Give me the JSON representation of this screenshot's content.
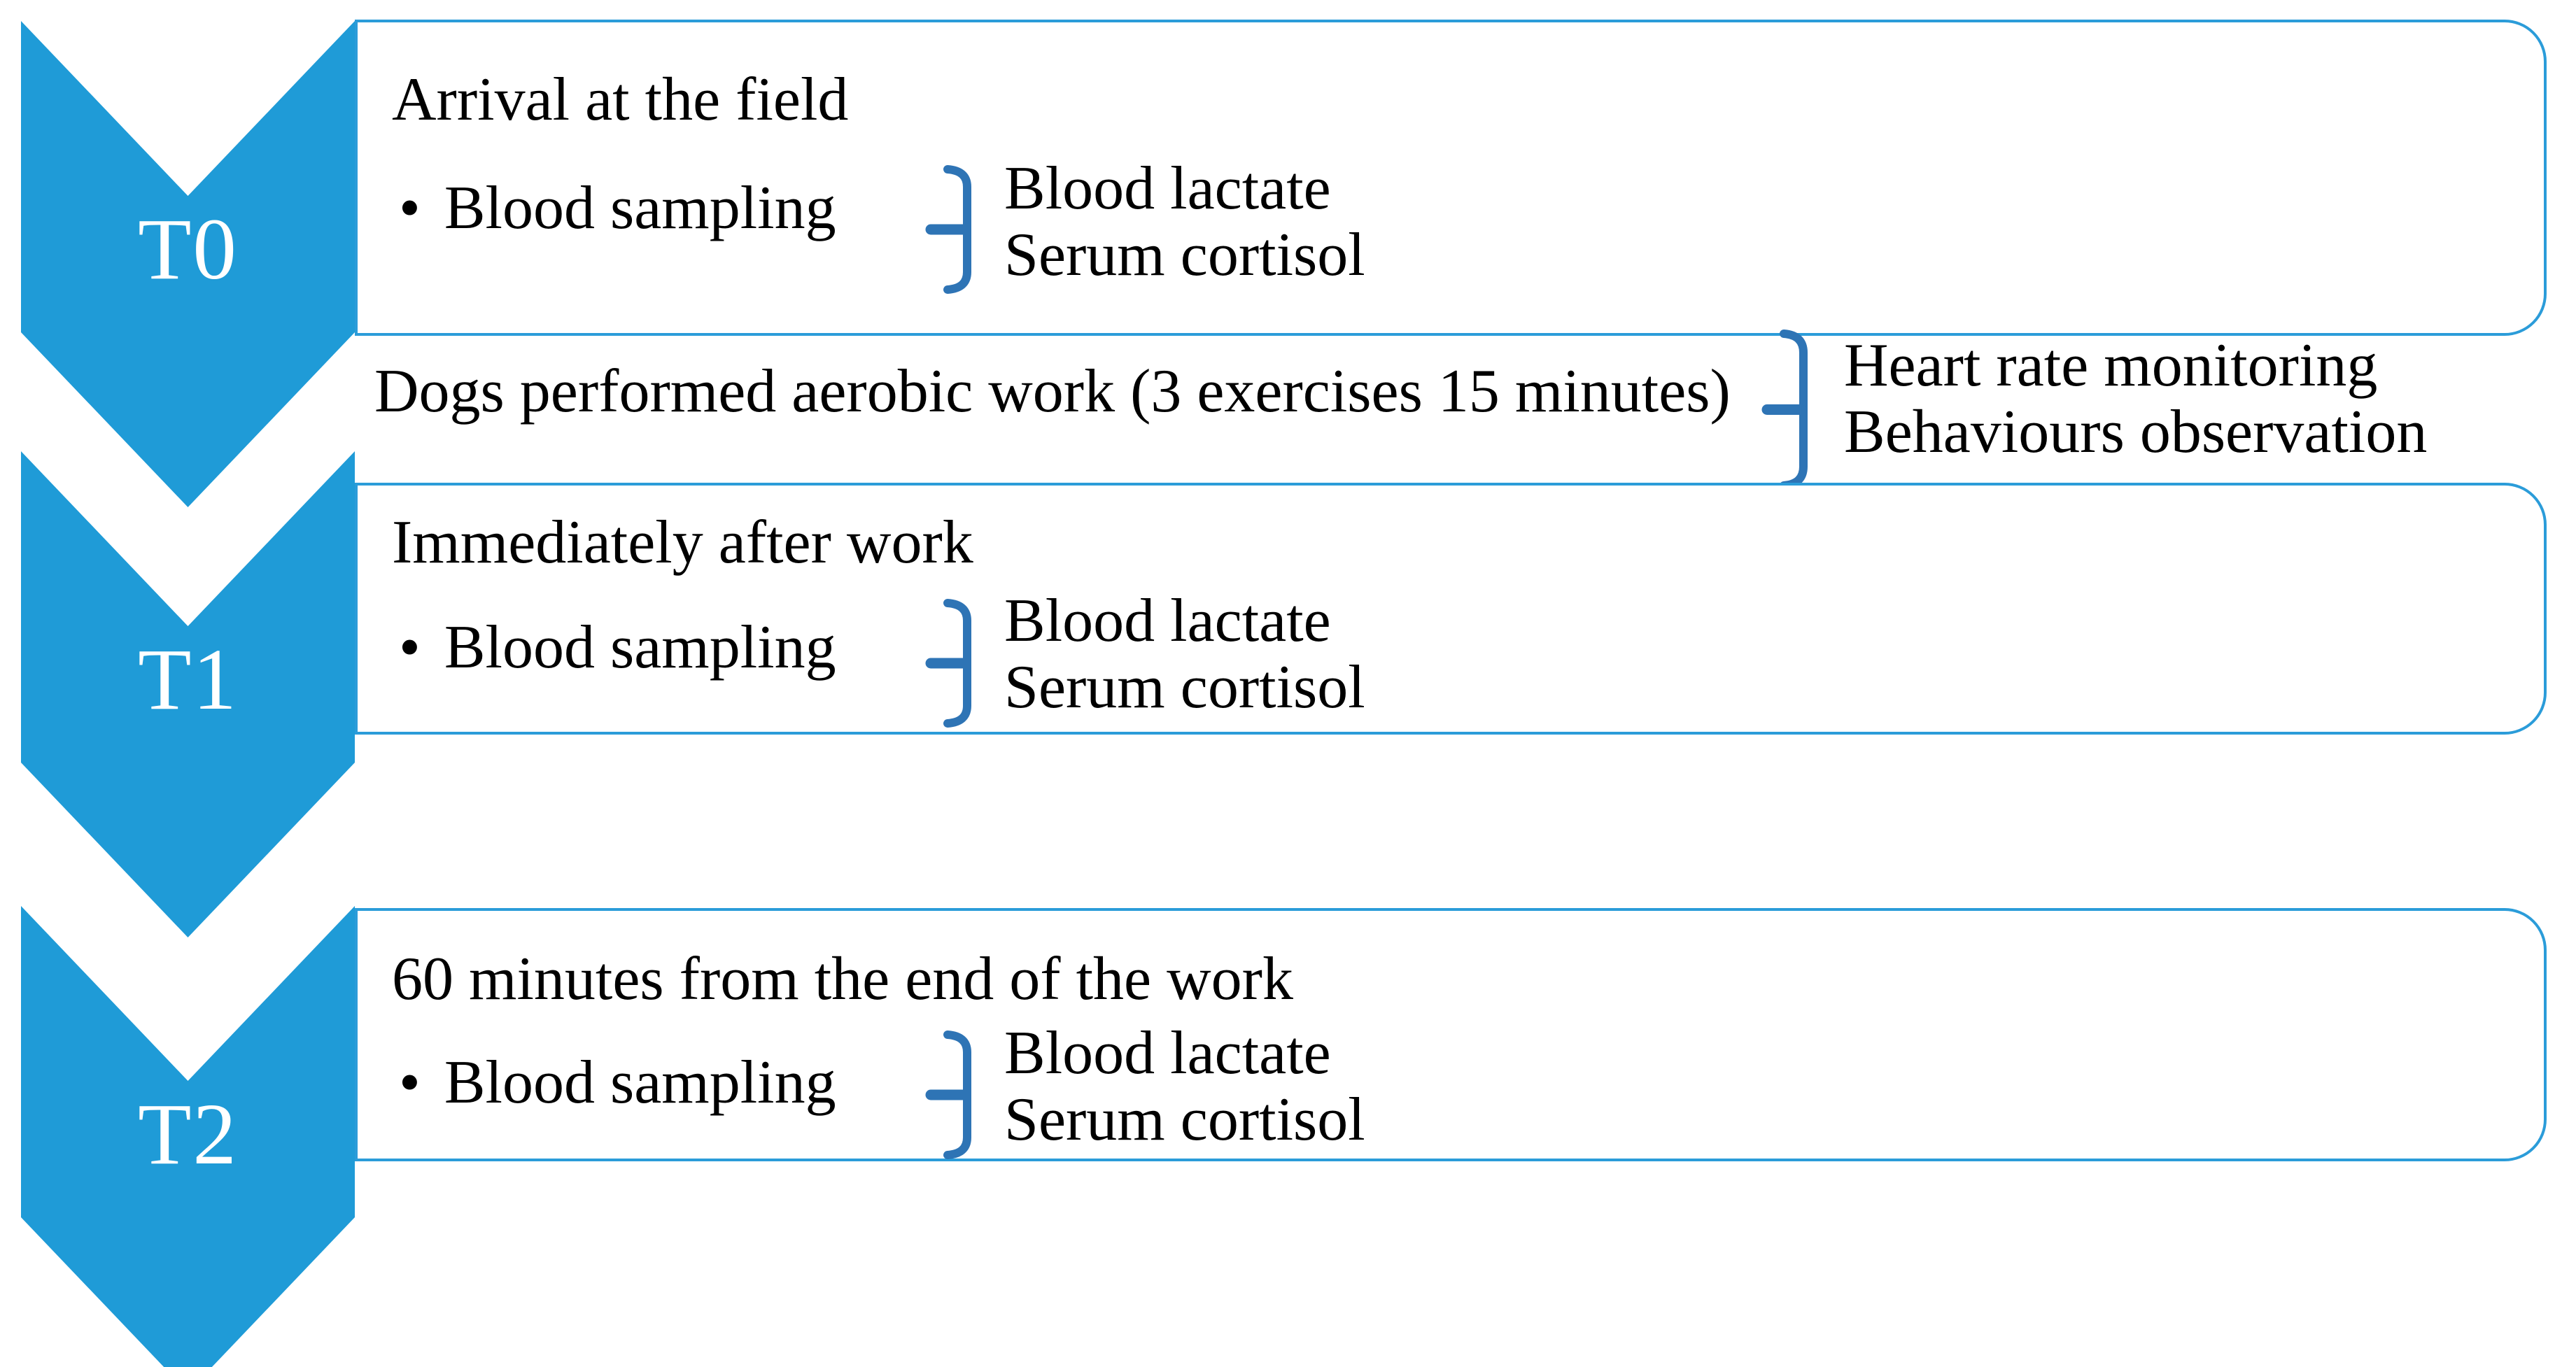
{
  "figure": {
    "bullet_char": "•",
    "colors": {
      "chevron_fill": "#1F9BD7",
      "box_border": "#2B9CD9",
      "brace": "#2E74B5",
      "chevron_label_text": "#FFFFFF",
      "body_text": "#000000",
      "background": "#FFFFFF"
    },
    "steps": [
      {
        "label": "T0",
        "title": "Arrival at the field",
        "bullet": "Blood sampling",
        "brace_items": [
          "Blood lactate",
          "Serum cortisol"
        ]
      },
      {
        "label": "T1",
        "title": "Immediately after work",
        "bullet": "Blood sampling",
        "brace_items": [
          "Blood lactate",
          "Serum cortisol"
        ]
      },
      {
        "label": "T2",
        "title": "60 minutes from the end of the work",
        "bullet": "Blood sampling",
        "brace_items": [
          "Blood lactate",
          "Serum cortisol"
        ]
      }
    ],
    "between_steps": {
      "text": "Dogs performed aerobic work (3 exercises 15 minutes)",
      "brace_items": [
        "Heart rate monitoring",
        "Behaviours observation"
      ]
    }
  }
}
